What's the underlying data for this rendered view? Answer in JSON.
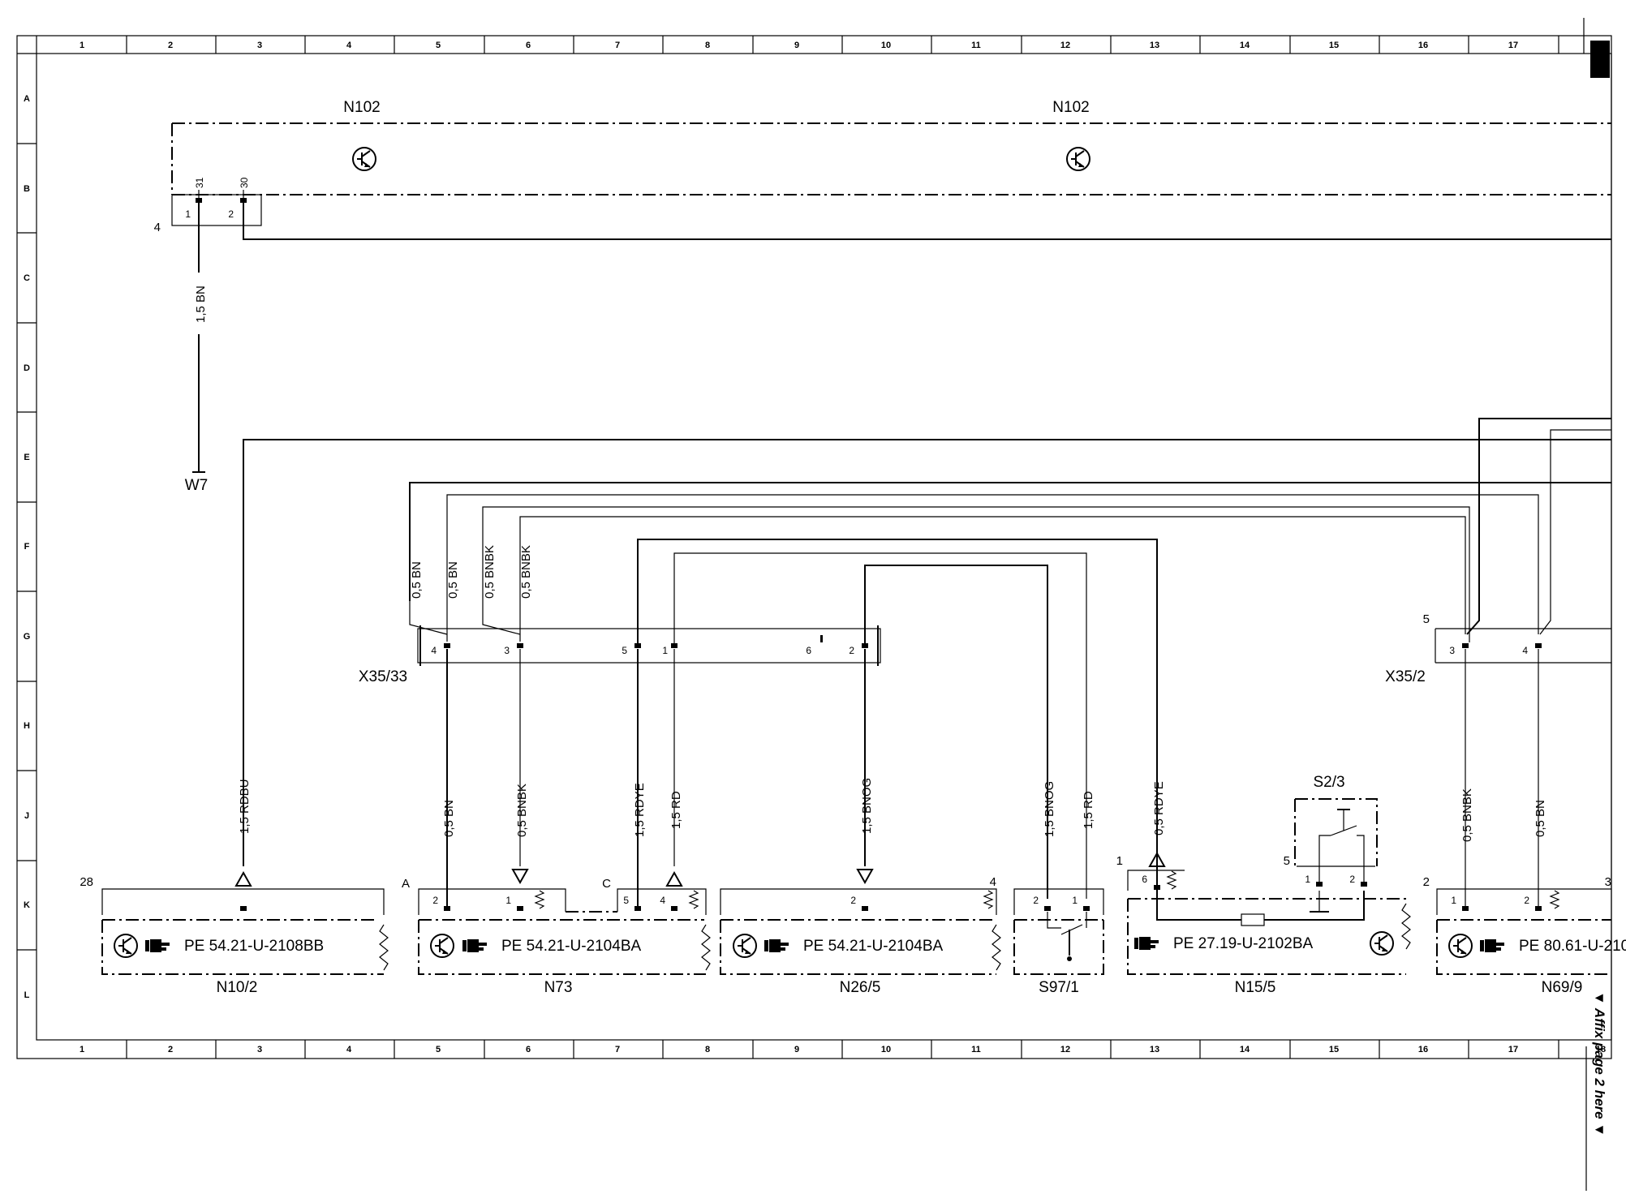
{
  "frame": {
    "columns": [
      "1",
      "2",
      "3",
      "4",
      "5",
      "6",
      "7",
      "8",
      "9",
      "10",
      "11",
      "12",
      "13",
      "14",
      "15",
      "16",
      "17",
      "18"
    ],
    "rows": [
      "A",
      "B",
      "C",
      "D",
      "E",
      "F",
      "G",
      "H",
      "J",
      "K",
      "L"
    ]
  },
  "top": {
    "module_left": "N102",
    "module_right": "N102",
    "connector_side": "4",
    "pin_1": "1",
    "pin_2": "2",
    "term_31": "31",
    "term_30": "30",
    "wire_w7": "1,5 BN",
    "ground": "W7"
  },
  "connector_x35_33": {
    "name": "X35/33",
    "pins": [
      "4",
      "3",
      "5",
      "1",
      "6",
      "2"
    ],
    "wires": [
      "0,5 BN",
      "0,5 BN",
      "0,5 BNBK",
      "0,5 BNBK"
    ]
  },
  "connector_x35_2": {
    "name": "X35/2",
    "side": "5",
    "pins": [
      "3",
      "4"
    ]
  },
  "lower_wires": [
    "1,5 RDBU",
    "0,5 BN",
    "0,5 BNBK",
    "1,5 RDYE",
    "1,5 RD",
    "1,5 BNOG",
    "1,5 BNOG",
    "1,5 RD",
    "0,5 RDYE",
    "0,5 BNBK",
    "0,5 BN"
  ],
  "components": [
    {
      "id": "N10/2",
      "ref": "PE 54.21-U-2108BB",
      "side": "28"
    },
    {
      "id": "N73",
      "ref": "PE 54.21-U-2104BA",
      "side": "A",
      "pins": [
        "2",
        "1"
      ]
    },
    {
      "id": "N73-C",
      "side": "C",
      "pins": [
        "5",
        "4"
      ]
    },
    {
      "id": "N26/5",
      "ref": "PE 54.21-U-2104BA",
      "side": "4",
      "pins": [
        "2"
      ]
    },
    {
      "id": "S97/1",
      "pins": [
        "2",
        "1"
      ]
    },
    {
      "id": "N15/5",
      "ref": "PE 27.19-U-2102BA",
      "side": "1",
      "pins": [
        "6"
      ]
    },
    {
      "id": "S2/3",
      "side": "5",
      "pins": [
        "1",
        "2"
      ]
    },
    {
      "id": "N69/9",
      "ref": "PE 80.61-U-210",
      "side": "2",
      "side_right": "3",
      "pins": [
        "1",
        "2"
      ]
    }
  ],
  "margin_note": "▼ Affix page 2 here ▼"
}
